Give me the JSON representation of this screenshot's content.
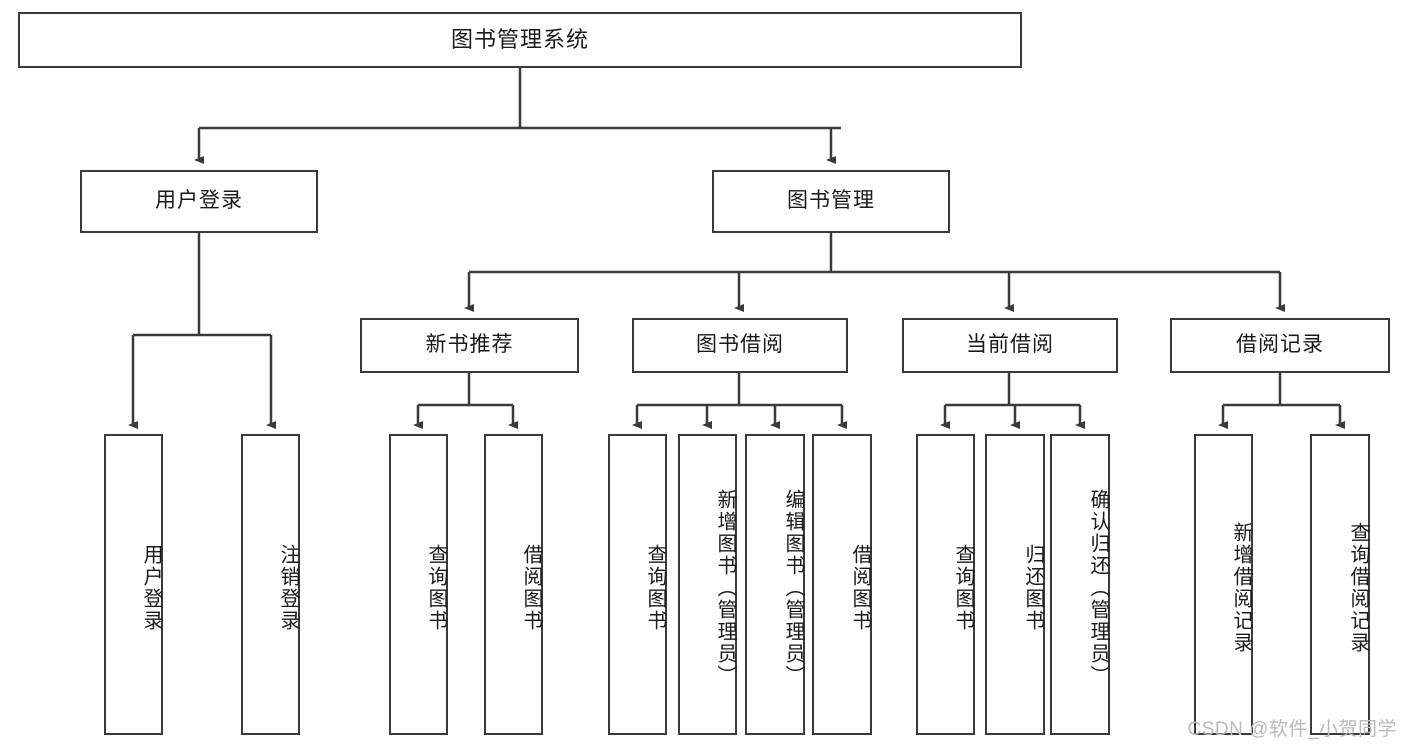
{
  "diagram": {
    "title": "图书管理系统",
    "type": "tree-hierarchy-diagram",
    "watermark": "CSDN @软件_小贺同学",
    "colors": {
      "stroke": "#3a3a3a",
      "fill": "#ffffff",
      "text": "#1a1a1a",
      "watermark": "#b9b9b9"
    }
  },
  "nodes": {
    "root": {
      "label": "图书管理系统"
    },
    "level2": [
      {
        "label": "用户登录"
      },
      {
        "label": "图书管理"
      }
    ],
    "level3": [
      {
        "label": "新书推荐"
      },
      {
        "label": "图书借阅"
      },
      {
        "label": "当前借阅"
      },
      {
        "label": "借阅记录"
      }
    ],
    "leaves": {
      "user_login": [
        {
          "label": "用户登录"
        },
        {
          "label": "注销登录"
        }
      ],
      "new_book_recommend": [
        {
          "label": "查询图书"
        },
        {
          "label": "借阅图书"
        }
      ],
      "book_borrow": [
        {
          "label": "查询图书"
        },
        {
          "label": "新增图书（管理员）"
        },
        {
          "label": "编辑图书（管理员）"
        },
        {
          "label": "借阅图书"
        }
      ],
      "current_borrow": [
        {
          "label": "查询图书"
        },
        {
          "label": "归还图书"
        },
        {
          "label": "确认归还（管理员）"
        }
      ],
      "borrow_records": [
        {
          "label": "新增借阅记录"
        },
        {
          "label": "查询借阅记录"
        }
      ]
    }
  }
}
